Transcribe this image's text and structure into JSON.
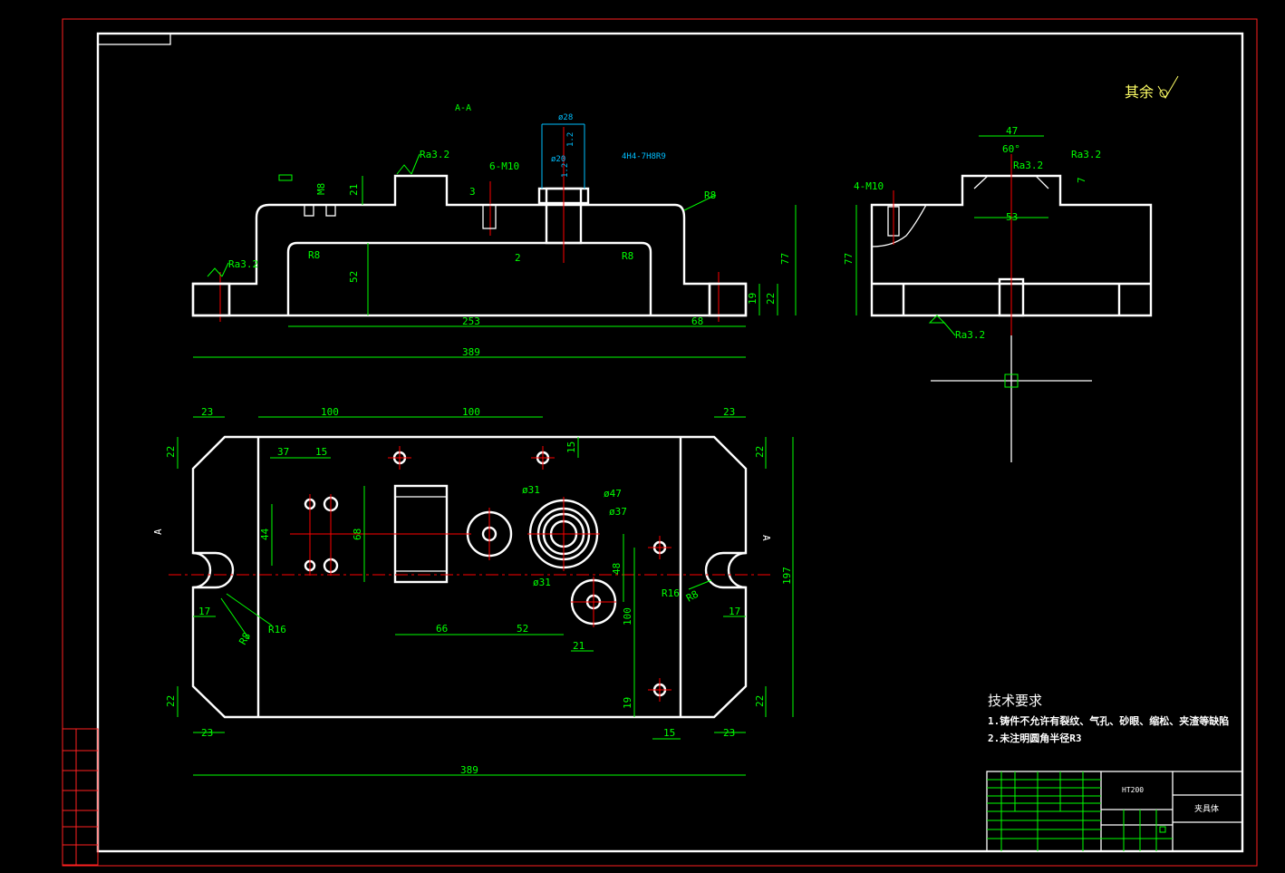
{
  "section_label": "A-A",
  "roughness_other": "其余",
  "roughness_value": "Ra3.2",
  "section_cut_label": "A",
  "tech_req": {
    "title": "技术要求",
    "items": [
      "1.铸件不允许有裂纹、气孔、砂眼、缩松、夹渣等缺陷",
      "2.未注明圆角半径R3"
    ]
  },
  "title_block": {
    "material": "HT200",
    "part_name": "夹具体"
  },
  "dims": {
    "front": {
      "d253": "253",
      "d389": "389",
      "d68": "68",
      "d52": "52",
      "d77": "77",
      "d19": "19",
      "d22": "22",
      "d21": "21",
      "d3": "3",
      "d2": "2",
      "m8": "M8",
      "m10": "6-M10",
      "bore": "4H4-7H8R9",
      "phi28": "ø28",
      "phi20": "ø20",
      "r8": "R8",
      "r8b": "R8",
      "r8c": "R8",
      "v12a": "1.2",
      "v12b": "1.2"
    },
    "side": {
      "d47": "47",
      "d60": "60°",
      "d53": "53",
      "d77": "77",
      "d7": "7",
      "m10": "4-M10"
    },
    "top": {
      "d23a": "23",
      "d23b": "23",
      "d23c": "23",
      "d23d": "23",
      "d100a": "100",
      "d100b": "100",
      "d22a": "22",
      "d22b": "22",
      "d22c": "22",
      "d22d": "22",
      "d37": "37",
      "d15a": "15",
      "d15b": "15",
      "d15c": "15",
      "d44": "44",
      "d68": "68",
      "d66": "66",
      "d52": "52",
      "d21": "21",
      "d48": "48",
      "d100c": "100",
      "d19": "19",
      "d17a": "17",
      "d17b": "17",
      "d197": "197",
      "d389": "389",
      "phi31a": "ø31",
      "phi31b": "ø31",
      "phi47": "ø47",
      "phi37": "ø37",
      "r16a": "R16",
      "r16b": "R16",
      "r8a": "R8",
      "r8b": "R8"
    }
  }
}
